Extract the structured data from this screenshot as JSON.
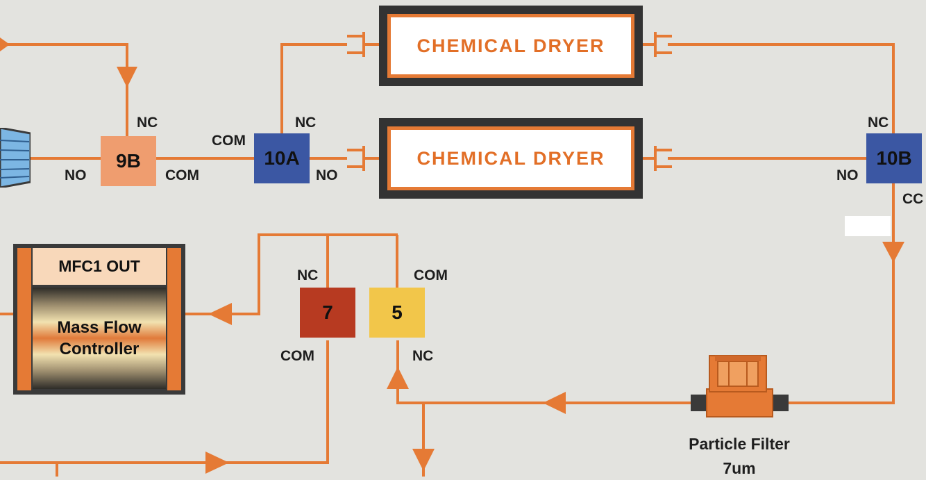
{
  "dryers": [
    {
      "id": "dryer-top",
      "label": "CHEMICAL DRYER"
    },
    {
      "id": "dryer-bottom",
      "label": "CHEMICAL DRYER"
    }
  ],
  "valves": {
    "v9b": {
      "label": "9B",
      "color": "#ef9d6f"
    },
    "v10a": {
      "label": "10A",
      "color": "#3b57a3"
    },
    "v10b": {
      "label": "10B",
      "color": "#3b57a3"
    },
    "v7": {
      "label": "7",
      "color": "#b73a21"
    },
    "v5": {
      "label": "5",
      "color": "#f2c64a"
    }
  },
  "ports": {
    "v9b_nc": "NC",
    "v9b_no": "NO",
    "v9b_com": "COM",
    "v10a_com": "COM",
    "v10a_nc": "NC",
    "v10a_no": "NO",
    "v10b_nc": "NC",
    "v10b_no": "NO",
    "v10b_com": "CC",
    "v7_nc": "NC",
    "v7_com": "COM",
    "v5_com": "COM",
    "v5_nc": "NC"
  },
  "mfc": {
    "out_label": "MFC1 OUT",
    "body_line1": "Mass Flow",
    "body_line2": "Controller"
  },
  "particle_filter": {
    "line1": "Particle Filter",
    "line2": "7um"
  },
  "colors": {
    "pipe": "#e57a35",
    "background": "#e3e3df",
    "dryer_frame": "#333333"
  }
}
